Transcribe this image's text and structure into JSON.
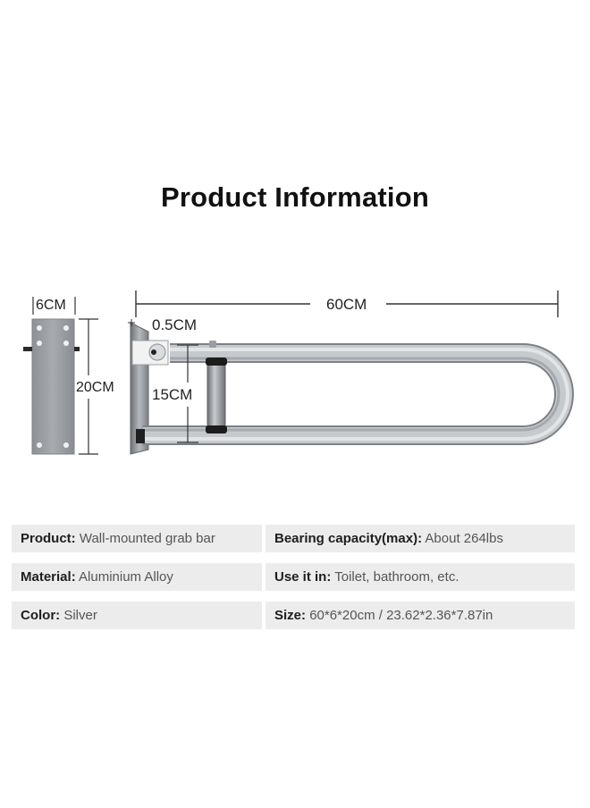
{
  "heading": "Product Information",
  "dimensions": {
    "plate_width": "6CM",
    "plate_height": "20CM",
    "bar_length": "60CM",
    "tube_thickness": "0.5CM",
    "bar_gap": "15CM"
  },
  "specs": [
    {
      "left": {
        "key": "Product:",
        "value": "Wall-mounted grab bar"
      },
      "right": {
        "key": "Bearing capacity(max):",
        "value": "About 264lbs"
      }
    },
    {
      "left": {
        "key": "Material:",
        "value": "Aluminium Alloy"
      },
      "right": {
        "key": "Use it in:",
        "value": "Toilet, bathroom, etc."
      }
    },
    {
      "left": {
        "key": "Color:",
        "value": "Silver"
      },
      "right": {
        "key": "Size:",
        "value": "60*6*20cm / 23.62*2.36*7.87in"
      }
    }
  ],
  "colors": {
    "bar_silver": "#b9bcc0",
    "plate_gray": "#9c9fa3",
    "row_background": "#ececec"
  }
}
